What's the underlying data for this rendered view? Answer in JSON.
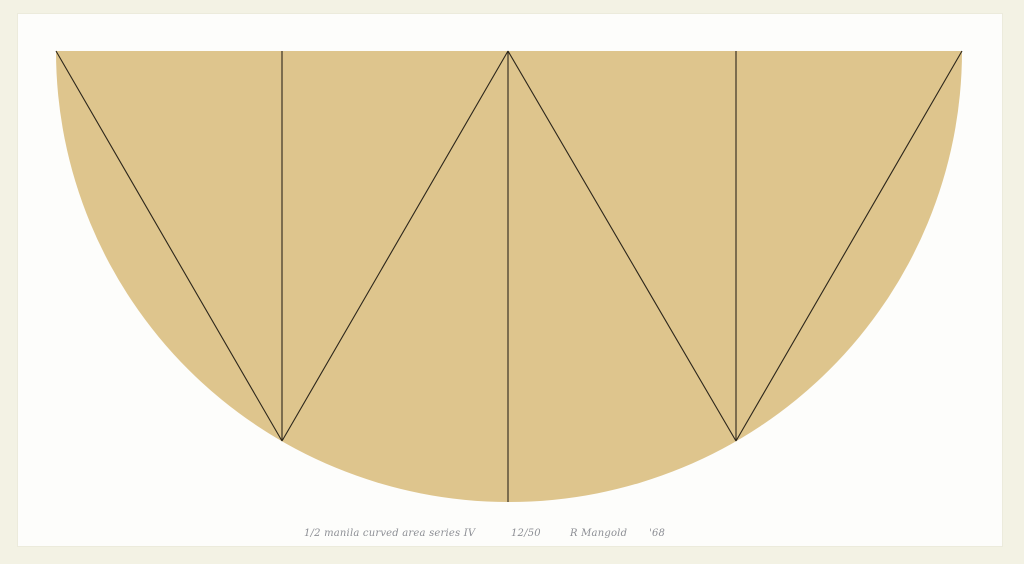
{
  "artwork": {
    "ground_color": "#f3f2e4",
    "paper_color": "#fdfdfb",
    "shape_color": "#dec58d",
    "line_color": "#2c261b",
    "shape": "half-circle",
    "divisions": 4,
    "diagonals": 4
  },
  "inscriptions": {
    "title": "1/2 manila curved area series IV",
    "edition": "12/50",
    "signature": "R Mangold",
    "date": "'68"
  }
}
